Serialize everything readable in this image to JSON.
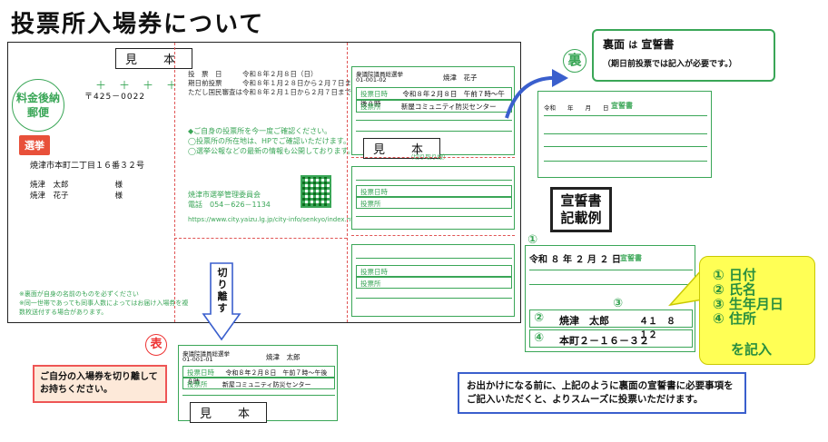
{
  "page": {
    "title": "投票所入場券について"
  },
  "postcard": {
    "mihon_label": "見　本",
    "stamp_text": "料金後納\n郵便",
    "zip_marks": "＋＋＋＋",
    "zip": "〒425－0022",
    "senkyo_badge": "選挙",
    "address": "焼津市本町二丁目１６番３２号",
    "recipient_1": "焼津　太郎　　　　　　様",
    "recipient_2": "焼津　花子　　　　　　様",
    "footer_note_1": "※裏面が自身の名前のものを必ずください",
    "footer_note_2": "※同一世帯であっても同事人数によってはお届け入場券を複",
    "footer_note_3": "数枚送付する場合があります。"
  },
  "info_panel": {
    "line_1": "投　票　日　　　令和８年２月８日（日）",
    "line_2": "期日前投票　　　令和８年１月２８日から２月７日まで",
    "line_3": "ただし国民審査は令和８年２月１日から２月７日まで",
    "notice_1": "◆ご自身の投票所を今一度ご確認ください。",
    "notice_2": "◯投票所の所在地は、HPでご確認いただけます。",
    "notice_3": "◯選挙公報などの最新の情報も公開しております。",
    "committee": "焼津市選挙管理委員会",
    "phone": "電話　054－626－1134",
    "url": "https://www.city.yaizu.lg.jp/city-info/senkyo/index.html"
  },
  "ticket_main": {
    "header": "衆議院議員総選挙",
    "number": "01-001-02",
    "name": "焼津　花子",
    "date_label": "投票日時",
    "date_value": "令和８年２月８日　午前７時〜午後８時",
    "place_label": "投票所",
    "place_value": "新屋コミュニティ防災センター",
    "mihon_label": "見　本",
    "cut_label": "（切り取り線）"
  },
  "ticket_mid": {
    "date_label": "投票日時",
    "place_label": "投票所"
  },
  "ticket_lower": {
    "date_label": "投票日時",
    "place_label": "投票所"
  },
  "cut_arrow": {
    "text": "切り離す"
  },
  "omote": {
    "label": "表",
    "header": "衆議院議員総選挙",
    "number": "01-001-01",
    "name": "焼津　太郎",
    "date_label": "投票日時",
    "date_value": "令和８年２月８日　午前７時〜午後８時",
    "place_label": "投票所",
    "place_value": "新屋コミュニティ防災センター",
    "mihon_label": "見　本"
  },
  "orange_note": {
    "text": "ご自分の入場券を切り離してお持ちください。"
  },
  "ura": {
    "label": "裏",
    "callout_title_1": "裏面",
    "callout_title_2": "は",
    "callout_title_3": "宣誓書",
    "callout_sub": "（期日前投票では記入が必要です。）",
    "card_title": "宣誓書",
    "card_date": "令和　　年　　月　　日"
  },
  "example": {
    "title_line_1": "宣誓書",
    "title_line_2": "記載例",
    "marker_1": "①",
    "marker_2": "②",
    "marker_3": "③",
    "marker_4": "④",
    "date_text": "令和 ８ 年 ２ 月 ２ 日",
    "card_title": "宣誓書",
    "name": "焼津　太郎",
    "dob": "４１　８　１２",
    "address": "本町２－１６－３２"
  },
  "yellow_callout": {
    "item_1": "① 日付",
    "item_2": "② 氏名",
    "item_3": "③ 生年月日",
    "item_4": "④ 住所",
    "tail": "を記入"
  },
  "blue_note": {
    "text": "お出かけになる前に、上記のように裏面の宣誓書に必要事項をご記入いただくと、よりスムーズに投票いただけます。"
  },
  "colors": {
    "green": "#3aa657",
    "red": "#e8503a",
    "yellow": "#ffff55",
    "blue": "#3a5fcd"
  }
}
